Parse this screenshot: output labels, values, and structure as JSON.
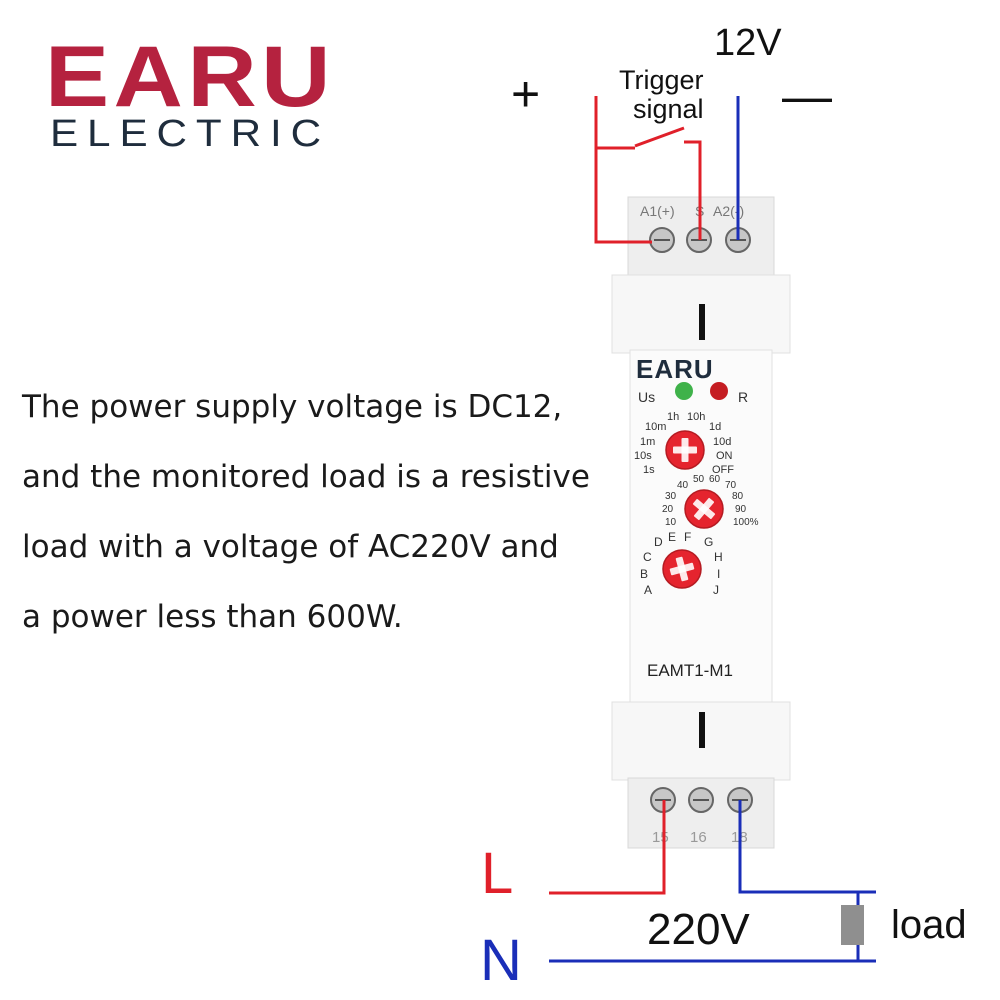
{
  "brand": {
    "name": "EARU",
    "sub": "ELECTRIC",
    "color": "#b5223f"
  },
  "supply": {
    "voltage": "12V",
    "plus": "+",
    "minus": "—"
  },
  "trigger": {
    "line1": "Trigger",
    "line2": "signal"
  },
  "device": {
    "brand": "EARU",
    "model": "EAMT1-M1",
    "top_terminals": [
      "A1(+)",
      "S",
      "A2(-)"
    ],
    "bottom_terminals": [
      "15",
      "16",
      "18"
    ],
    "led_power_label": "Us",
    "led_relay_label": "R",
    "time_left": [
      "10m",
      "1m",
      "10s",
      "1s"
    ],
    "time_top": [
      "1h",
      "10h"
    ],
    "time_right": [
      "1d",
      "10d",
      "ON",
      "OFF"
    ],
    "pct_top": [
      "40",
      "50",
      "60",
      "70"
    ],
    "pct_left": [
      "30",
      "20",
      "10"
    ],
    "pct_right": [
      "80",
      "90",
      "100%"
    ],
    "mode_top": [
      "D",
      "E",
      "F",
      "G"
    ],
    "mode_left": [
      "C",
      "B",
      "A"
    ],
    "mode_right": [
      "H",
      "I",
      "J"
    ]
  },
  "description": [
    "The power supply voltage is DC12,",
    "and the monitored load is a resistive",
    "load with a voltage of AC220V and",
    "a power less than 600W."
  ],
  "mains": {
    "live": "L",
    "neutral": "N",
    "voltage": "220V"
  },
  "load_label": "load",
  "colors": {
    "red_wire": "#e0202a",
    "blue_wire": "#1a2eb8",
    "knob": "#e5242e"
  }
}
